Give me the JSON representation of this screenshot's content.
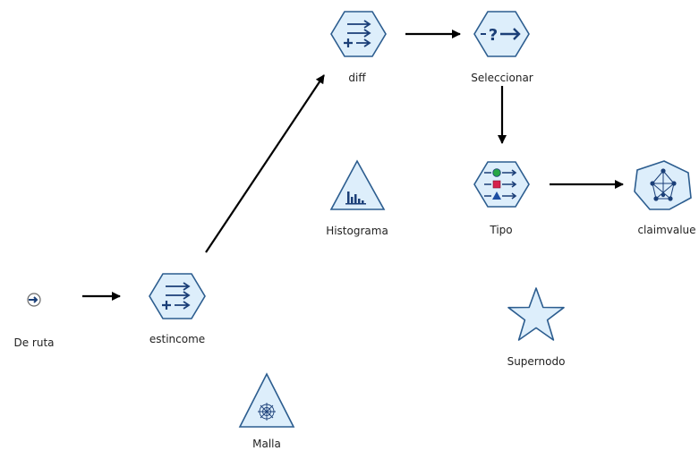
{
  "canvas": {
    "background": "#ffffff",
    "colors": {
      "node_fill": "#ddeefb",
      "node_stroke": "#2c5d8f",
      "node_glyph": "#1b3f78",
      "select_circle": "#28a745",
      "select_square": "#d6214b",
      "select_triangle": "#1d4fa3",
      "connector": "#000000"
    }
  },
  "nodes": {
    "de_ruta": {
      "label": "De ruta",
      "icon": "source-arrow-icon"
    },
    "estincome": {
      "label": "estincome",
      "icon": "derive-icon"
    },
    "diff": {
      "label": "diff",
      "icon": "derive-icon"
    },
    "seleccionar": {
      "label": "Seleccionar",
      "icon": "select-icon"
    },
    "tipo": {
      "label": "Tipo",
      "icon": "type-icon"
    },
    "claimvalue": {
      "label": "claimvalue",
      "icon": "model-nugget-icon"
    },
    "histograma": {
      "label": "Histograma",
      "icon": "histogram-icon"
    },
    "supernodo": {
      "label": "Supernodo",
      "icon": "star-icon"
    },
    "malla": {
      "label": "Malla",
      "icon": "web-icon"
    }
  },
  "connections": [
    {
      "from": "de_ruta",
      "to": "estincome"
    },
    {
      "from": "estincome",
      "to": "diff"
    },
    {
      "from": "diff",
      "to": "seleccionar"
    },
    {
      "from": "seleccionar",
      "to": "tipo"
    },
    {
      "from": "tipo",
      "to": "claimvalue"
    }
  ]
}
